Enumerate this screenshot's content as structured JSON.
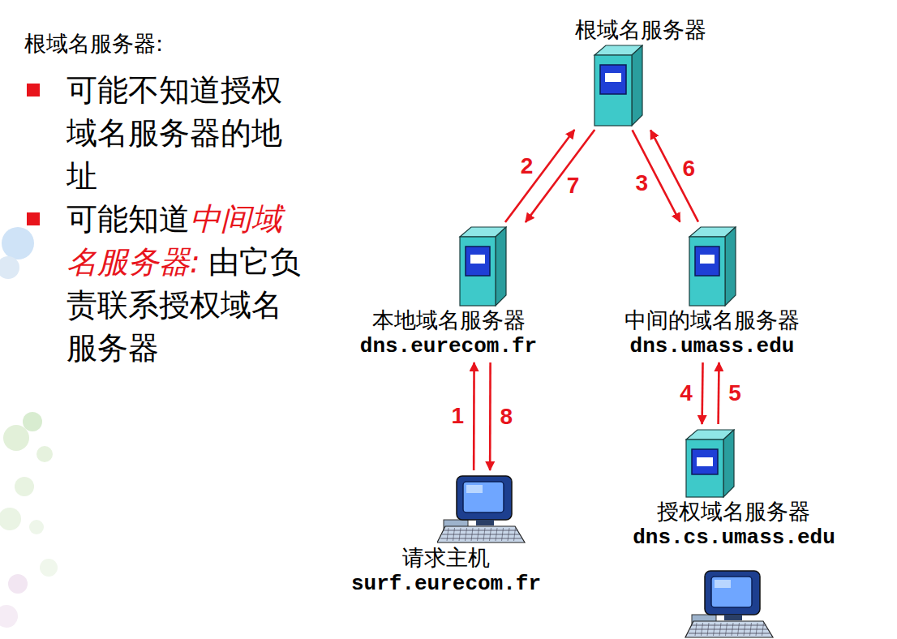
{
  "diagram": {
    "nodes": [
      {
        "text": [
          "根域名服务器"
        ]
      },
      {
        "text": [
          "本地域名服务器",
          "dns.eurecom.fr"
        ]
      },
      {
        "text": [
          "中间的域名服务器",
          "dns.umass.edu"
        ]
      },
      {
        "text": [
          "授权域名服务器",
          "dns.cs.umass.edu"
        ]
      },
      {
        "text": [
          "请求主机",
          "surf.eurecom.fr"
        ]
      }
    ],
    "edges": [
      {
        "from": 4,
        "to": 1,
        "arrow": "to",
        "label": "1"
      },
      {
        "from": 1,
        "to": 0,
        "arrow": "to",
        "label": "2"
      },
      {
        "from": 0,
        "to": 2,
        "arrow": "to",
        "label": "3"
      },
      {
        "from": 2,
        "to": 3,
        "arrow": "to",
        "label": "4"
      },
      {
        "from": 3,
        "to": 2,
        "arrow": "to",
        "label": "5"
      },
      {
        "from": 2,
        "to": 0,
        "arrow": "to",
        "label": "6"
      },
      {
        "from": 0,
        "to": 1,
        "arrow": "to",
        "label": "7"
      },
      {
        "from": 1,
        "to": 4,
        "arrow": "to",
        "label": "8"
      }
    ],
    "labels": [
      "根域名服务器:",
      "可能不知道授权域名服务器的地址",
      "可能知道",
      "中间域名服务器:",
      "由它负责联系授权域名服务器"
    ]
  }
}
